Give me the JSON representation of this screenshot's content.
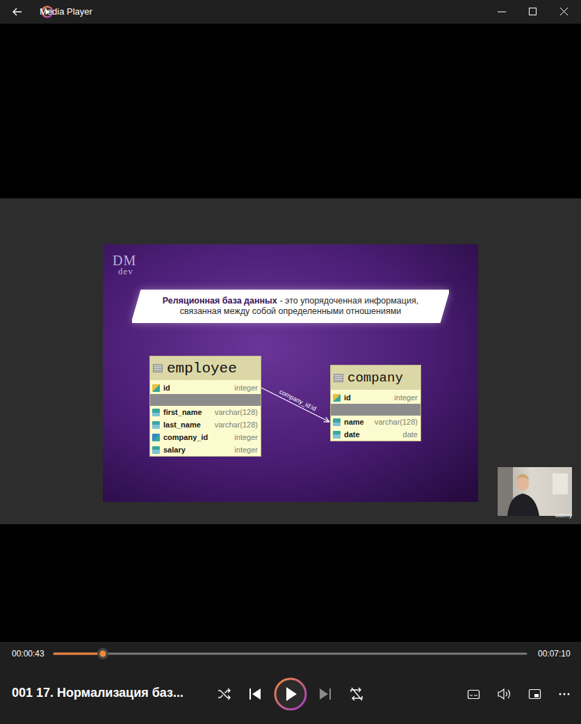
{
  "diagram": {
    "nodes": [
      {
        "text": [
          "Реляционная база данных",
          "- это упорядоченная информация, связанная между собой определенными отношениями"
        ]
      },
      {
        "text": [
          "employee",
          "id",
          "integer",
          "first_name",
          "varchar(128)",
          "last_name",
          "varchar(128)",
          "company_id",
          "integer",
          "salary",
          "integer"
        ]
      },
      {
        "text": [
          "company",
          "id",
          "integer",
          "name",
          "varchar(128)",
          "date",
          "date"
        ]
      }
    ],
    "edges": [
      {
        "from": 1,
        "to": 2,
        "arrow": "to",
        "label": "company_id:id"
      }
    ],
    "labels": [
      "Media Player",
      "DM",
      "dev",
      "udemy",
      "00:00:43",
      "00:07:10",
      "001 17. Нормализация баз..."
    ]
  }
}
